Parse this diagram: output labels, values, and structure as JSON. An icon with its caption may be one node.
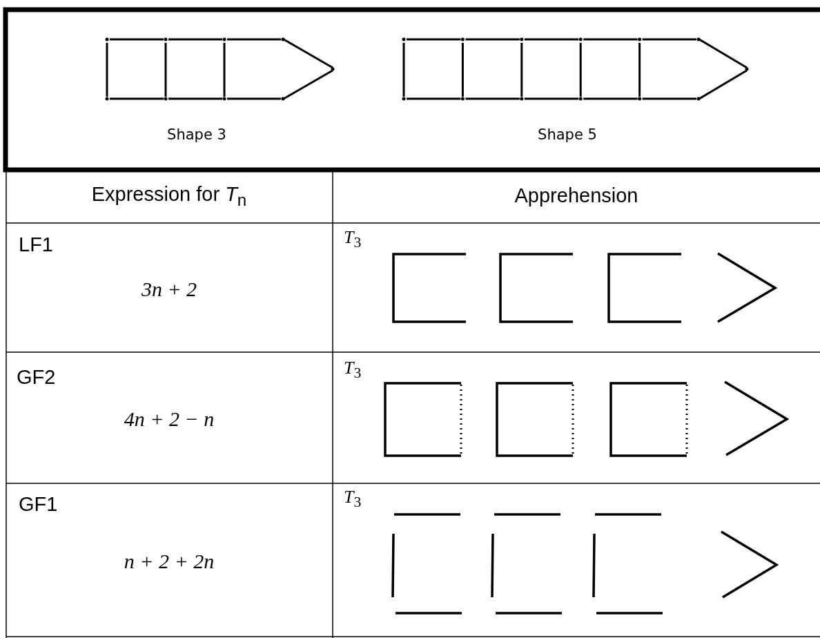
{
  "diagram": {
    "labels": [
      "Shape 3",
      "Shape 5",
      "Expression for *T*$_{n}$",
      "Apprehension",
      "LF1",
      "3n + 2",
      "*T*$_{3}$",
      "GF2",
      "4n + 2 − n",
      "*T*$_{3}$",
      "GF1",
      "n + 2 + 2n",
      "*T*$_{3}$"
    ]
  }
}
